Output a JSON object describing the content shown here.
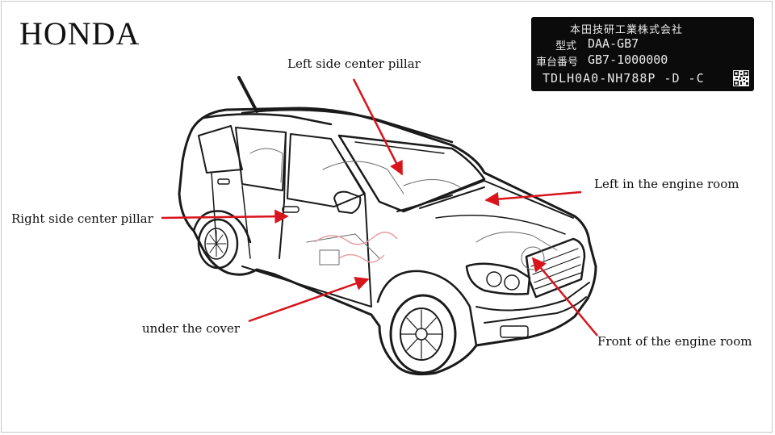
{
  "brand": "HONDA",
  "plate": {
    "maker": "本田技研工業株式会社",
    "model_label": "型式",
    "model_value": "DAA-GB7",
    "frame_label": "車台番号",
    "frame_value": "GB7-1000000",
    "code": "TDLH0A0-NH788P  -D -C",
    "qr_icon": "qr-code-icon"
  },
  "labels": {
    "left_center_pillar": "Left side center pillar",
    "left_engine_room": "Left in the engine room",
    "right_center_pillar": "Right side center pillar",
    "under_cover": "under the cover",
    "front_engine_room": "Front of the engine room"
  },
  "colors": {
    "arrow": "#d8141c",
    "plate_bg": "#0b0b0b",
    "line_art": "#1a1a1a",
    "watermark": "#e6a0a6"
  },
  "illustration": "car-line-drawing"
}
